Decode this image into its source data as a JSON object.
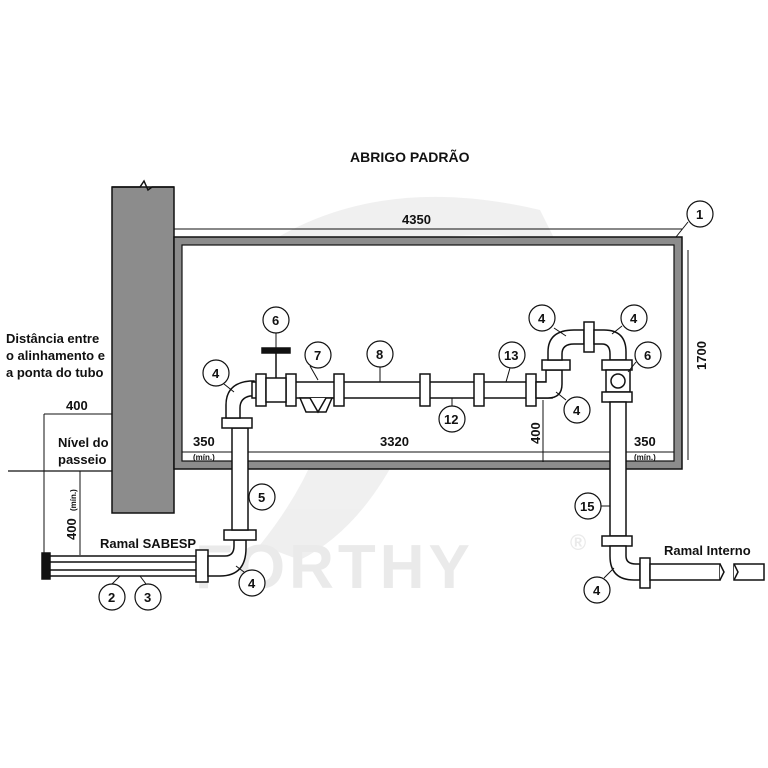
{
  "title": "ABRIGO PADRÃO",
  "dimensions": {
    "width_total": "4350",
    "height": "1700",
    "inner_length": "3320",
    "left_gap": "350",
    "right_gap": "350",
    "min_label": "(mín.)",
    "riser_height": "400",
    "setback": "400",
    "depth_min": "400",
    "depth_min_label": "(mín.)"
  },
  "labels": {
    "distance_note_1": "Distância entre",
    "distance_note_2": "o alinhamento e",
    "distance_note_3": "a ponta do tubo",
    "sidewalk_1": "Nível do",
    "sidewalk_2": "passeio",
    "ramal_sabesp": "Ramal SABESP",
    "ramal_interno": "Ramal Interno"
  },
  "callouts": {
    "c1": "1",
    "c2": "2",
    "c3": "3",
    "c4a": "4",
    "c4b": "4",
    "c4c": "4",
    "c4d": "4",
    "c4e": "4",
    "c4f": "4",
    "c5": "5",
    "c6a": "6",
    "c6b": "6",
    "c7": "7",
    "c8": "8",
    "c12": "12",
    "c13": "13",
    "c15": "15"
  },
  "watermark": {
    "brand": "FORTHY",
    "registered": "®"
  },
  "colors": {
    "wall": "#8c8c8c",
    "line": "#111111",
    "watermark": "#d9d9d9",
    "pipe_fill": "#ffffff"
  }
}
